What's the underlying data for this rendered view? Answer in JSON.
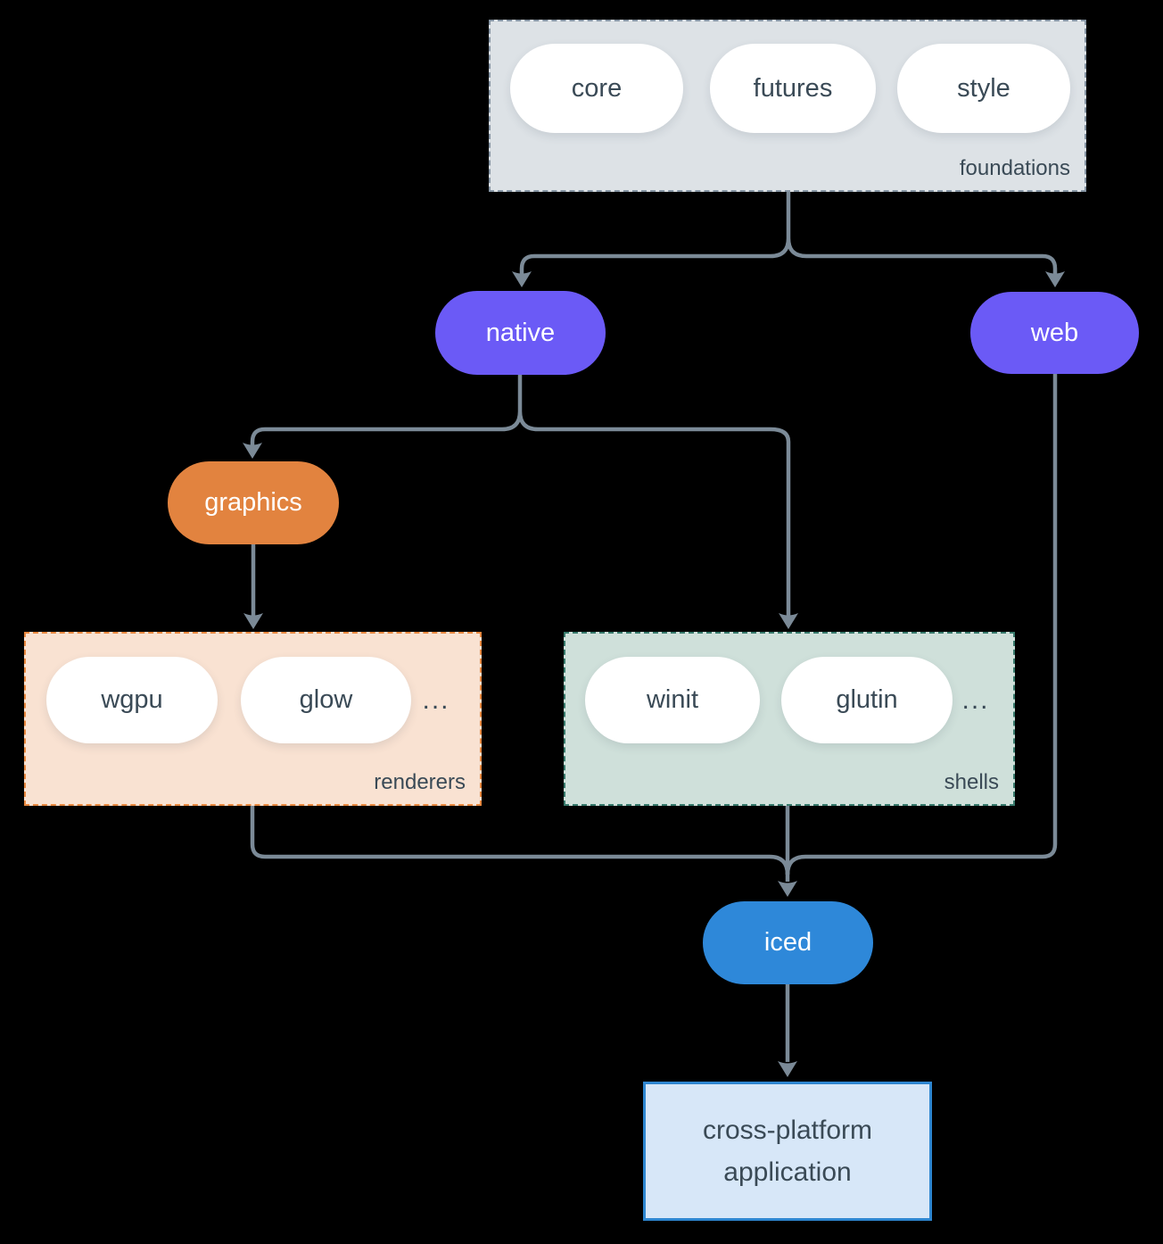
{
  "colors": {
    "background": "#000000",
    "arrow": "#7b8a97",
    "purple": "#6b5af6",
    "orange": "#e2833f",
    "blue": "#2e88d9",
    "dark_text": "#3a4a56",
    "pill_fill": "#ffffff",
    "foundations_fill": "#dde2e6",
    "foundations_border": "#8695a4",
    "renderers_fill": "#f9e2d2",
    "renderers_border": "#e8883f",
    "shells_fill": "#cfe0da",
    "shells_border": "#37796b",
    "app_fill": "#d7e7f8",
    "app_border": "#2e86d0"
  },
  "groups": {
    "foundations": {
      "label": "foundations",
      "items": [
        "core",
        "futures",
        "style"
      ]
    },
    "renderers": {
      "label": "renderers",
      "items": [
        "wgpu",
        "glow"
      ],
      "ellipsis": "..."
    },
    "shells": {
      "label": "shells",
      "items": [
        "winit",
        "glutin"
      ],
      "ellipsis": "..."
    }
  },
  "nodes": {
    "native": {
      "label": "native"
    },
    "web": {
      "label": "web"
    },
    "graphics": {
      "label": "graphics"
    },
    "iced": {
      "label": "iced"
    },
    "application": {
      "label": "cross-platform application"
    }
  }
}
